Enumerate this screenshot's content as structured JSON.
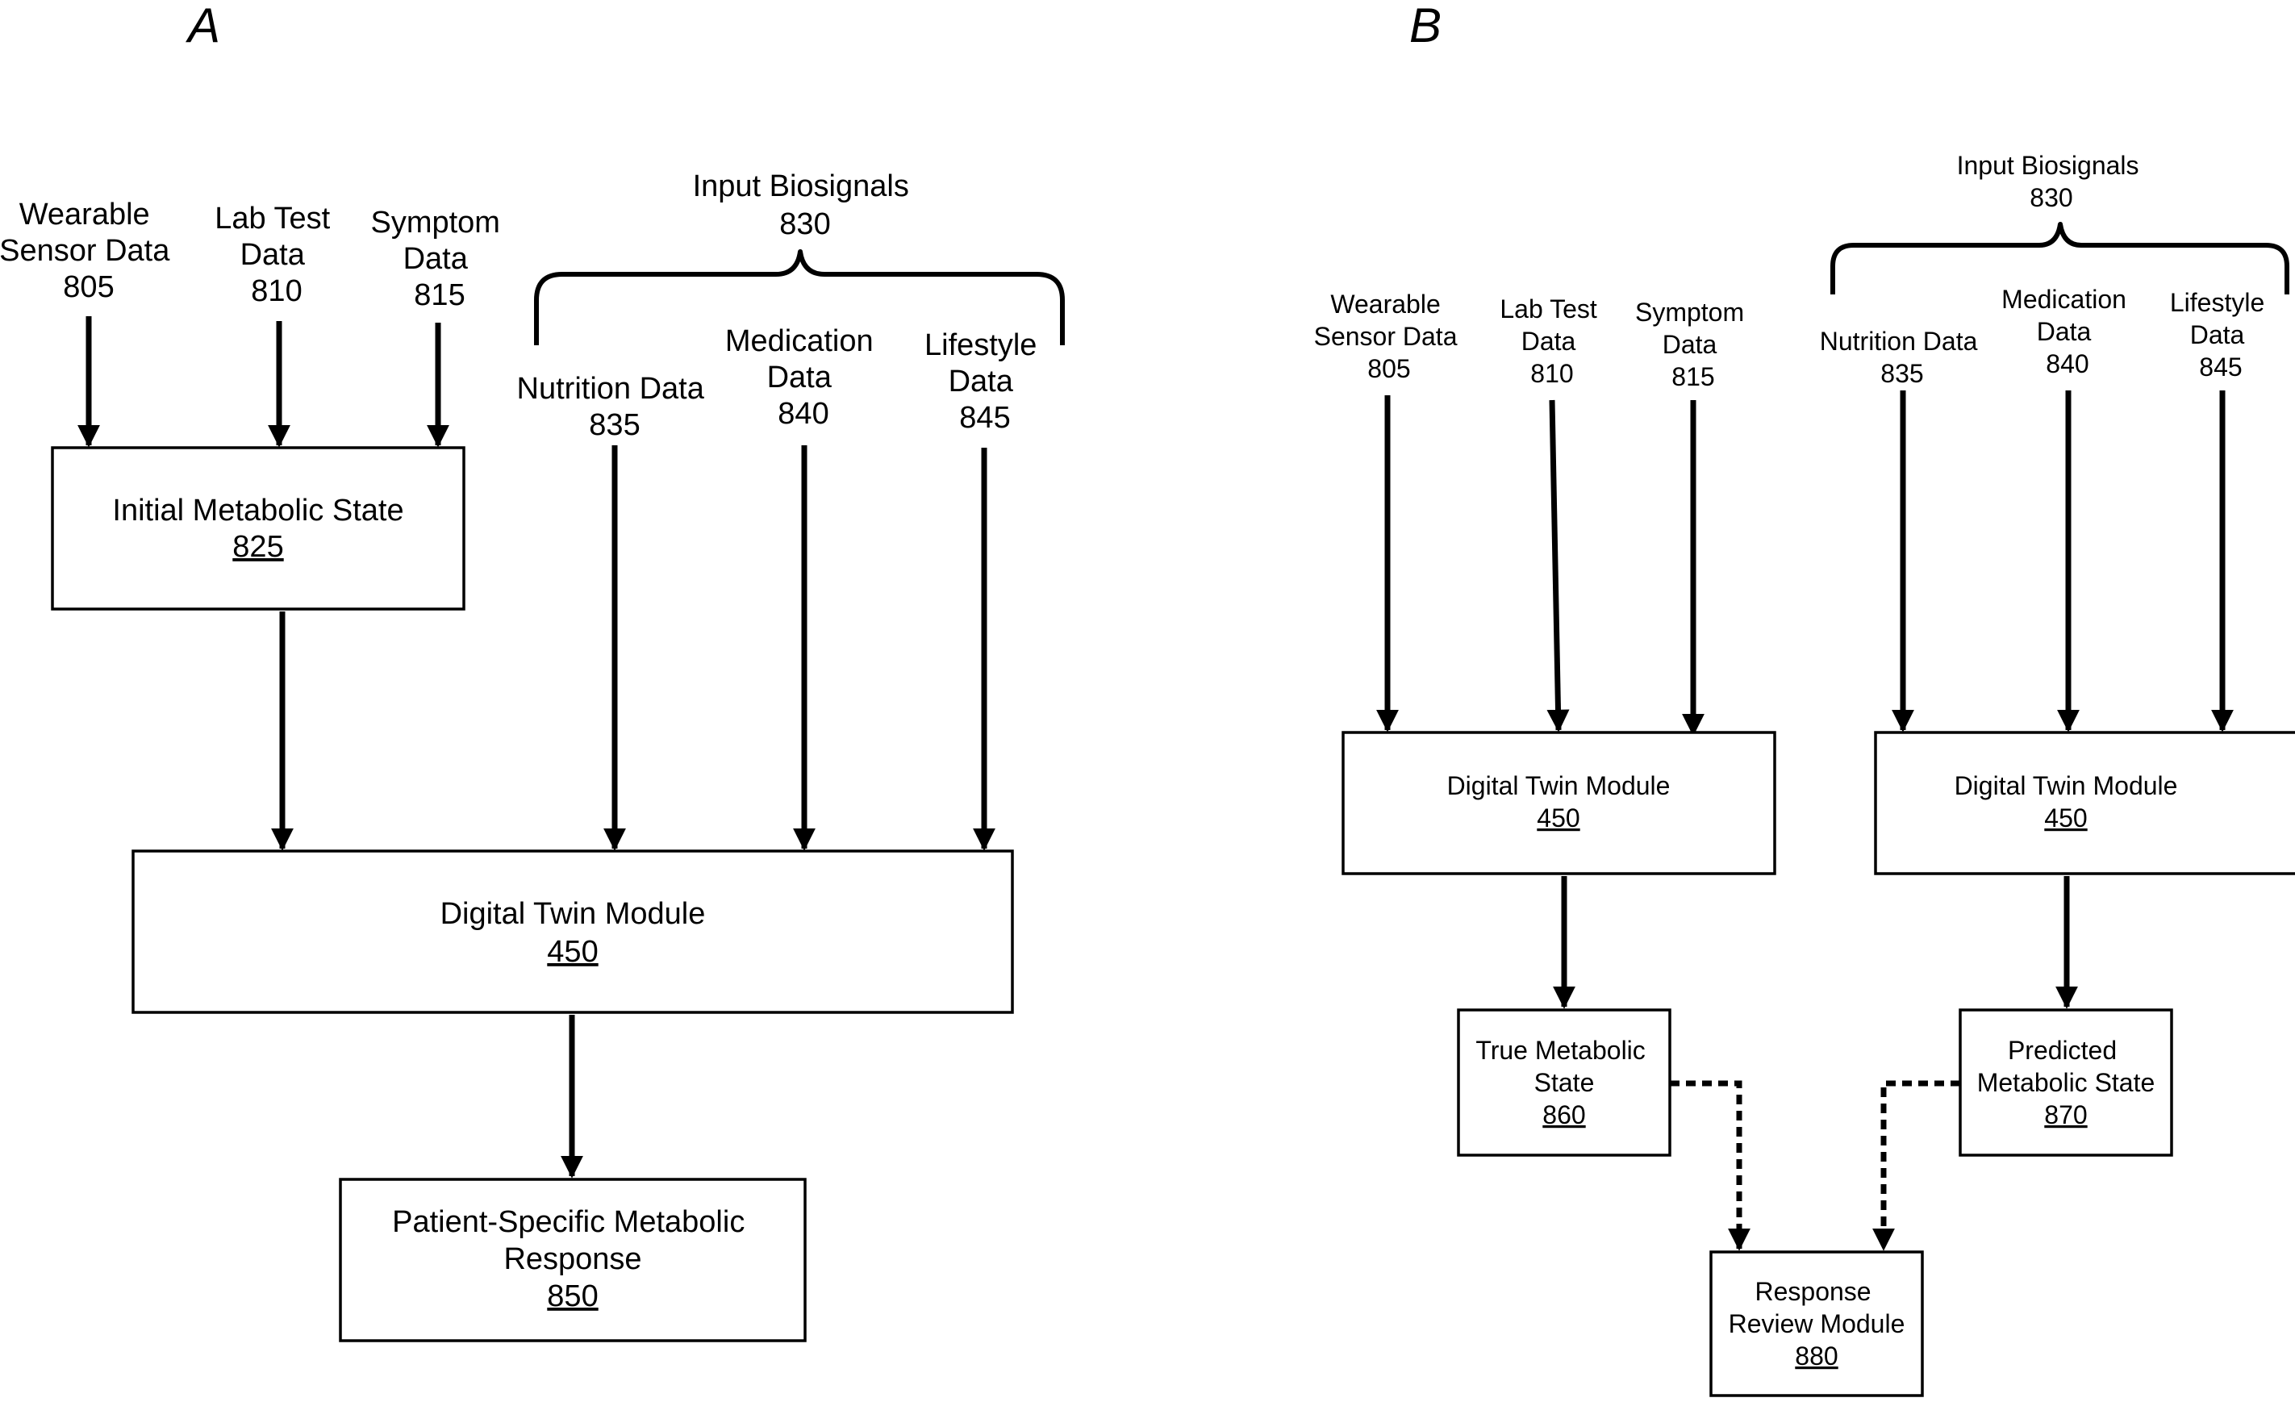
{
  "panels": [
    {
      "label": "A",
      "wearable": {
        "lines": [
          "Wearable",
          "Sensor Data"
        ],
        "ref": "805"
      },
      "labtest": {
        "lines": [
          "Lab Test",
          "Data"
        ],
        "ref": "810"
      },
      "symptom": {
        "lines": [
          "Symptom",
          "Data"
        ],
        "ref": "815"
      },
      "biosignals": {
        "lines": [
          "Input Biosignals"
        ],
        "ref": "830"
      },
      "nutrition": {
        "lines": [
          "Nutrition Data"
        ],
        "ref": "835"
      },
      "medication": {
        "lines": [
          "Medication",
          "Data"
        ],
        "ref": "840"
      },
      "lifestyle": {
        "lines": [
          "Lifestyle",
          "Data"
        ],
        "ref": "845"
      },
      "initial_state": {
        "lines": [
          "Initial Metabolic State"
        ],
        "ref": "825"
      },
      "digital_twin": {
        "lines": [
          "Digital Twin Module"
        ],
        "ref": "450"
      },
      "response": {
        "lines": [
          "Patient-Specific Metabolic",
          "Response"
        ],
        "ref": "850"
      }
    },
    {
      "label": "B",
      "wearable": {
        "lines": [
          "Wearable",
          "Sensor Data"
        ],
        "ref": "805"
      },
      "labtest": {
        "lines": [
          "Lab Test",
          "Data"
        ],
        "ref": "810"
      },
      "symptom": {
        "lines": [
          "Symptom",
          "Data"
        ],
        "ref": "815"
      },
      "biosignals": {
        "lines": [
          "Input Biosignals"
        ],
        "ref": "830"
      },
      "nutrition": {
        "lines": [
          "Nutrition Data"
        ],
        "ref": "835"
      },
      "medication": {
        "lines": [
          "Medication",
          "Data"
        ],
        "ref": "840"
      },
      "lifestyle": {
        "lines": [
          "Lifestyle",
          "Data"
        ],
        "ref": "845"
      },
      "digital_twin_left": {
        "lines": [
          "Digital Twin Module"
        ],
        "ref": "450"
      },
      "digital_twin_right": {
        "lines": [
          "Digital Twin Module"
        ],
        "ref": "450"
      },
      "true_state": {
        "lines": [
          "True Metabolic",
          "State"
        ],
        "ref": "860"
      },
      "predicted_state": {
        "lines": [
          "Predicted",
          "Metabolic State"
        ],
        "ref": "870"
      },
      "review": {
        "lines": [
          "Response",
          "Review Module"
        ],
        "ref": "880"
      }
    }
  ]
}
